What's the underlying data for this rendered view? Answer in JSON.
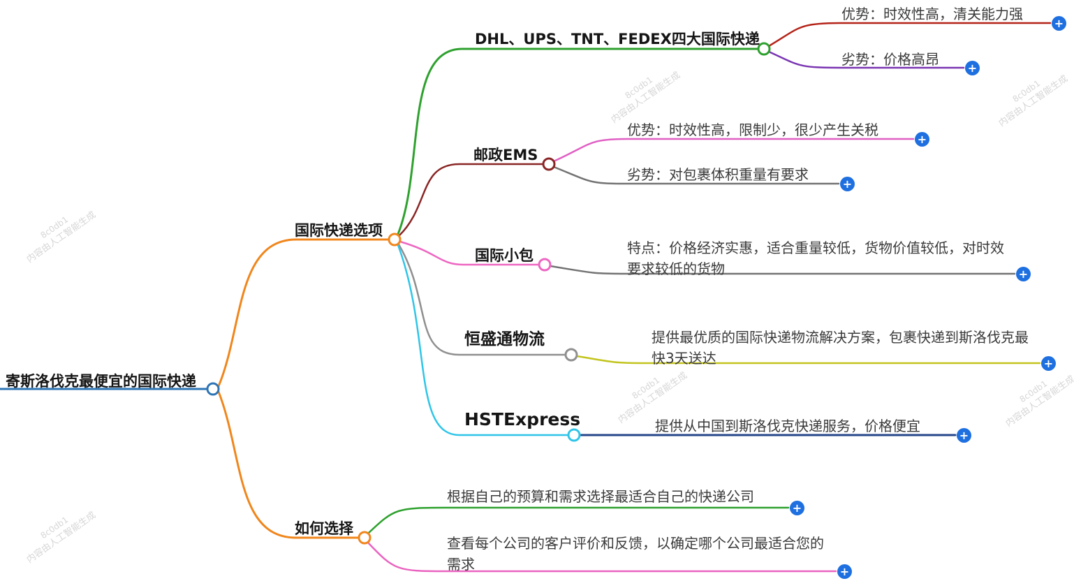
{
  "colors": {
    "root": "#2e75b6",
    "branch": "#f0861c",
    "dhl": "#2ea12e",
    "dhl_adv": "#b42318",
    "dhl_dis": "#7a35b2",
    "ems": "#8a2525",
    "ems_adv": "#e05fc4",
    "gray": "#737373",
    "xiaobao": "#ee66c2",
    "hengsheng": "#8f8f8f",
    "hengsheng_detail": "#c2c41d",
    "hst": "#2fc5e8",
    "hst_detail": "#25468a",
    "how_first": "#2ea12e",
    "how_second": "#ea63c0",
    "plus": "#1e6fe0"
  },
  "root": {
    "label": "寄斯洛伐克最便宜的国际快递"
  },
  "branches": {
    "options": {
      "label": "国际快递选项",
      "children": {
        "dhl": {
          "label": "DHL、UPS、TNT、FEDEX四大国际快递",
          "advantage": "优势：时效性高，清关能力强",
          "disadvantage": "劣势：价格高昂"
        },
        "ems": {
          "label": "邮政EMS",
          "advantage": "优势：时效性高，限制少，很少产生关税",
          "disadvantage": "劣势：对包裹体积重量有要求"
        },
        "xiaobao": {
          "label": "国际小包",
          "feature": "特点：价格经济实惠，适合重量较低，货物价值较低，对时效要求较低的货物"
        },
        "hengsheng": {
          "label": "恒盛通物流",
          "detail": "提供最优质的国际快递物流解决方案，包裹快递到斯洛伐克最快3天送达"
        },
        "hst": {
          "label": "HSTExpress",
          "detail": "提供从中国到斯洛伐克快递服务，价格便宜"
        }
      }
    },
    "how": {
      "label": "如何选择",
      "children": {
        "budget": {
          "label": "根据自己的预算和需求选择最适合自己的快递公司"
        },
        "reviews": {
          "label": "查看每个公司的客户评价和反馈，以确定哪个公司最适合您的需求"
        }
      }
    }
  },
  "icons": {
    "plus": "+"
  },
  "watermark": {
    "line1": "8c0db1",
    "line2": "内容由人工智能生成"
  }
}
